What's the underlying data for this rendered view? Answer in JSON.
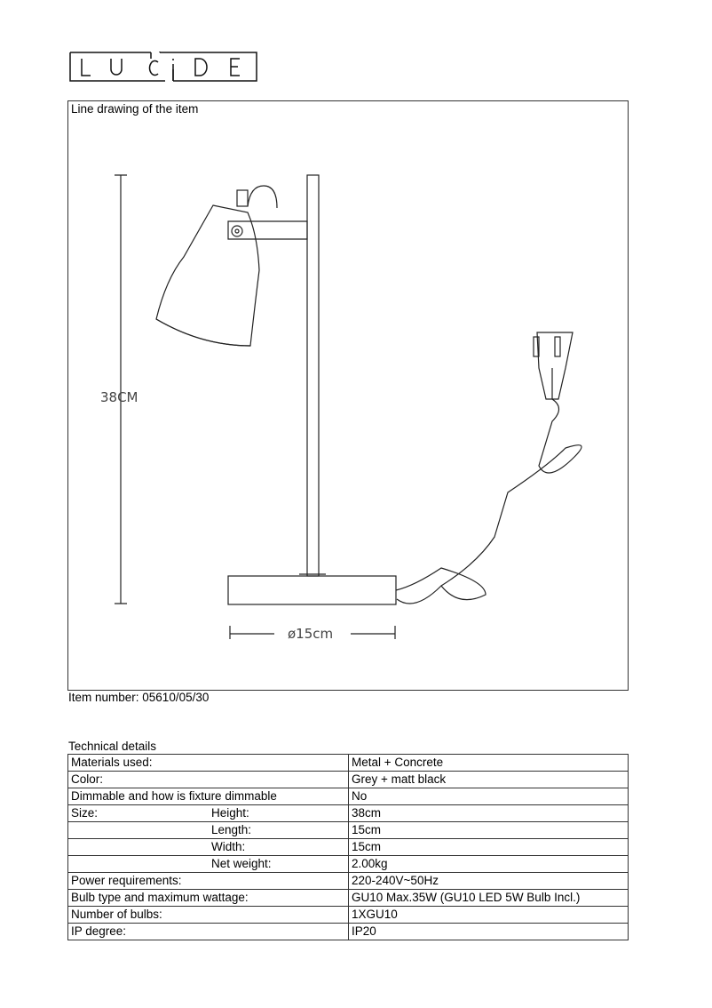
{
  "logo": "LUCIDE",
  "drawing": {
    "caption": "Line drawing of the item",
    "height_label": "38CM",
    "width_label": "ø15cm"
  },
  "item_number": "Item number: 05610/05/30",
  "technical": {
    "title": "Technical details",
    "rows": [
      {
        "label": "Materials used:",
        "sub": "",
        "value": "Metal + Concrete"
      },
      {
        "label": "Color:",
        "sub": "",
        "value": "Grey + matt black"
      },
      {
        "label": "Dimmable and how is fixture dimmable",
        "sub": "",
        "value": "No"
      },
      {
        "label": "Size:",
        "sub": "Height:",
        "value": "38cm"
      },
      {
        "label": "",
        "sub": "Length:",
        "value": "15cm"
      },
      {
        "label": "",
        "sub": "Width:",
        "value": "15cm"
      },
      {
        "label": "",
        "sub": "Net weight:",
        "value": "2.00kg"
      },
      {
        "label": "Power requirements:",
        "sub": "",
        "value": "220-240V~50Hz"
      },
      {
        "label": "Bulb type and maximum wattage:",
        "sub": "",
        "value": "GU10 Max.35W (GU10 LED 5W Bulb Incl.)"
      },
      {
        "label": "Number of bulbs:",
        "sub": "",
        "value": "1XGU10"
      },
      {
        "label": "IP degree:",
        "sub": "",
        "value": "IP20"
      }
    ]
  }
}
